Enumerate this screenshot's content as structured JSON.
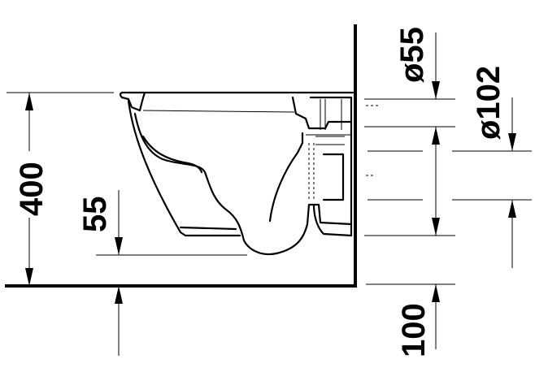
{
  "dimensions": {
    "height_total": "400",
    "rim_to_floor": "55",
    "pipe_small": "ø55",
    "pipe_large": "ø102",
    "floor_offset": "100"
  }
}
